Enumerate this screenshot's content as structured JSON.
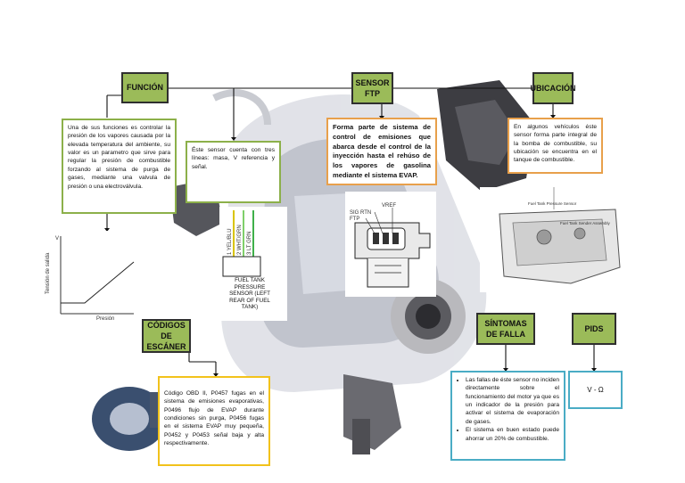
{
  "headers": {
    "funcion": "FUNCIÓN",
    "sensor": "SENSOR FTP",
    "ubicacion": "UBICACIÓN",
    "codigos": "CÓDIGOS DE ESCÁNER",
    "sintomas": "SÍNTOMAS DE FALLA",
    "pids": "PIDS"
  },
  "boxes": {
    "funcion_text": "Una de sus funciones es controlar la presión de los vapores causada por la elevada temperatura del ambiente, su valor es un parametro que sirve para regular la presión de combustible forzando al sistema de purga de gases, mediante una valvula de presión o una electroválvula.",
    "wires_text": "Éste sensor cuenta con tres líneas: masa, V referencia y señal.",
    "sensor_text": "Forma parte de sistema de control de emisiones que abarca desde el control de la inyección hasta el rehúso de los vapores de gasolina mediante el sistema EVAP.",
    "ubicacion_text": "En algunos vehículos éste sensor forma parte integral de la bomba de combustible, su ubicación se encuentra en el tanque de combustible.",
    "codigos_text": "Código OBD II, P0457 fugas en el sistema de emisiones evaporativas, P0496 flujo de EVAP durante condiciones sin purga, P0456 fugas en el sistema EVAP muy pequeña, P0452 y P0453 señal baja y alta respectivamente.",
    "sintomas_items": [
      "Las fallas de éste sensor no inciden directamente sobre el funcionamiento del motor ya que es un indicador de la presión para activar el sistema de evaporación de gases.",
      "El sistema en buen estado puede ahorrar un 20% de combustible."
    ],
    "pids_text": "V - Ω"
  },
  "wiring": {
    "wires": [
      "1 YEL/BLU",
      "2 WHT/GRN",
      "3 LT GRN"
    ],
    "sensor_label": "FUEL TANK PRESSURE SENSOR (LEFT REAR OF FUEL TANK)"
  },
  "graph": {
    "y_label": "Tensión de salida",
    "v_mark": "V",
    "x_label": "Presión"
  },
  "connector": {
    "pins": [
      "VREF",
      "SIG RTN",
      "FTP"
    ]
  },
  "tank": {
    "labels": [
      "Fuel Tank Pressure Sensor",
      "Fuel Tank Sender Assembly"
    ]
  },
  "colors": {
    "header_fill": "#9bbb59",
    "green_border": "#8cb04a",
    "orange_border": "#e8a04b",
    "yellow_border": "#f2c21b",
    "blue_border": "#4aacc5"
  }
}
